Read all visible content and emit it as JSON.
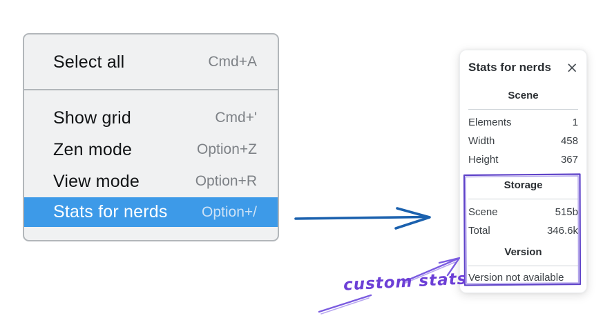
{
  "menu": {
    "items": [
      {
        "label": "Select all",
        "shortcut": "Cmd+A",
        "selected": false
      },
      {
        "label": "Show grid",
        "shortcut": "Cmd+'",
        "selected": false
      },
      {
        "label": "Zen mode",
        "shortcut": "Option+Z",
        "selected": false
      },
      {
        "label": "View mode",
        "shortcut": "Option+R",
        "selected": false
      },
      {
        "label": "Stats for nerds",
        "shortcut": "Option+/",
        "selected": true
      }
    ]
  },
  "stats_panel": {
    "title": "Stats for nerds",
    "close_icon": "×",
    "scene": {
      "heading": "Scene",
      "rows": [
        {
          "label": "Elements",
          "value": "1"
        },
        {
          "label": "Width",
          "value": "458"
        },
        {
          "label": "Height",
          "value": "367"
        }
      ]
    },
    "storage": {
      "heading": "Storage",
      "rows": [
        {
          "label": "Scene",
          "value": "515b"
        },
        {
          "label": "Total",
          "value": "346.6k"
        }
      ]
    },
    "version": {
      "heading": "Version",
      "note": "Version not available"
    }
  },
  "annotation": {
    "text": "custom stats"
  },
  "colors": {
    "menu_highlight": "#3d9ae8",
    "pointer_arrow_blue": "#1b61ae",
    "annotation_purple": "#6c3fd6",
    "highlight_box_purple": "#5f43c9"
  }
}
